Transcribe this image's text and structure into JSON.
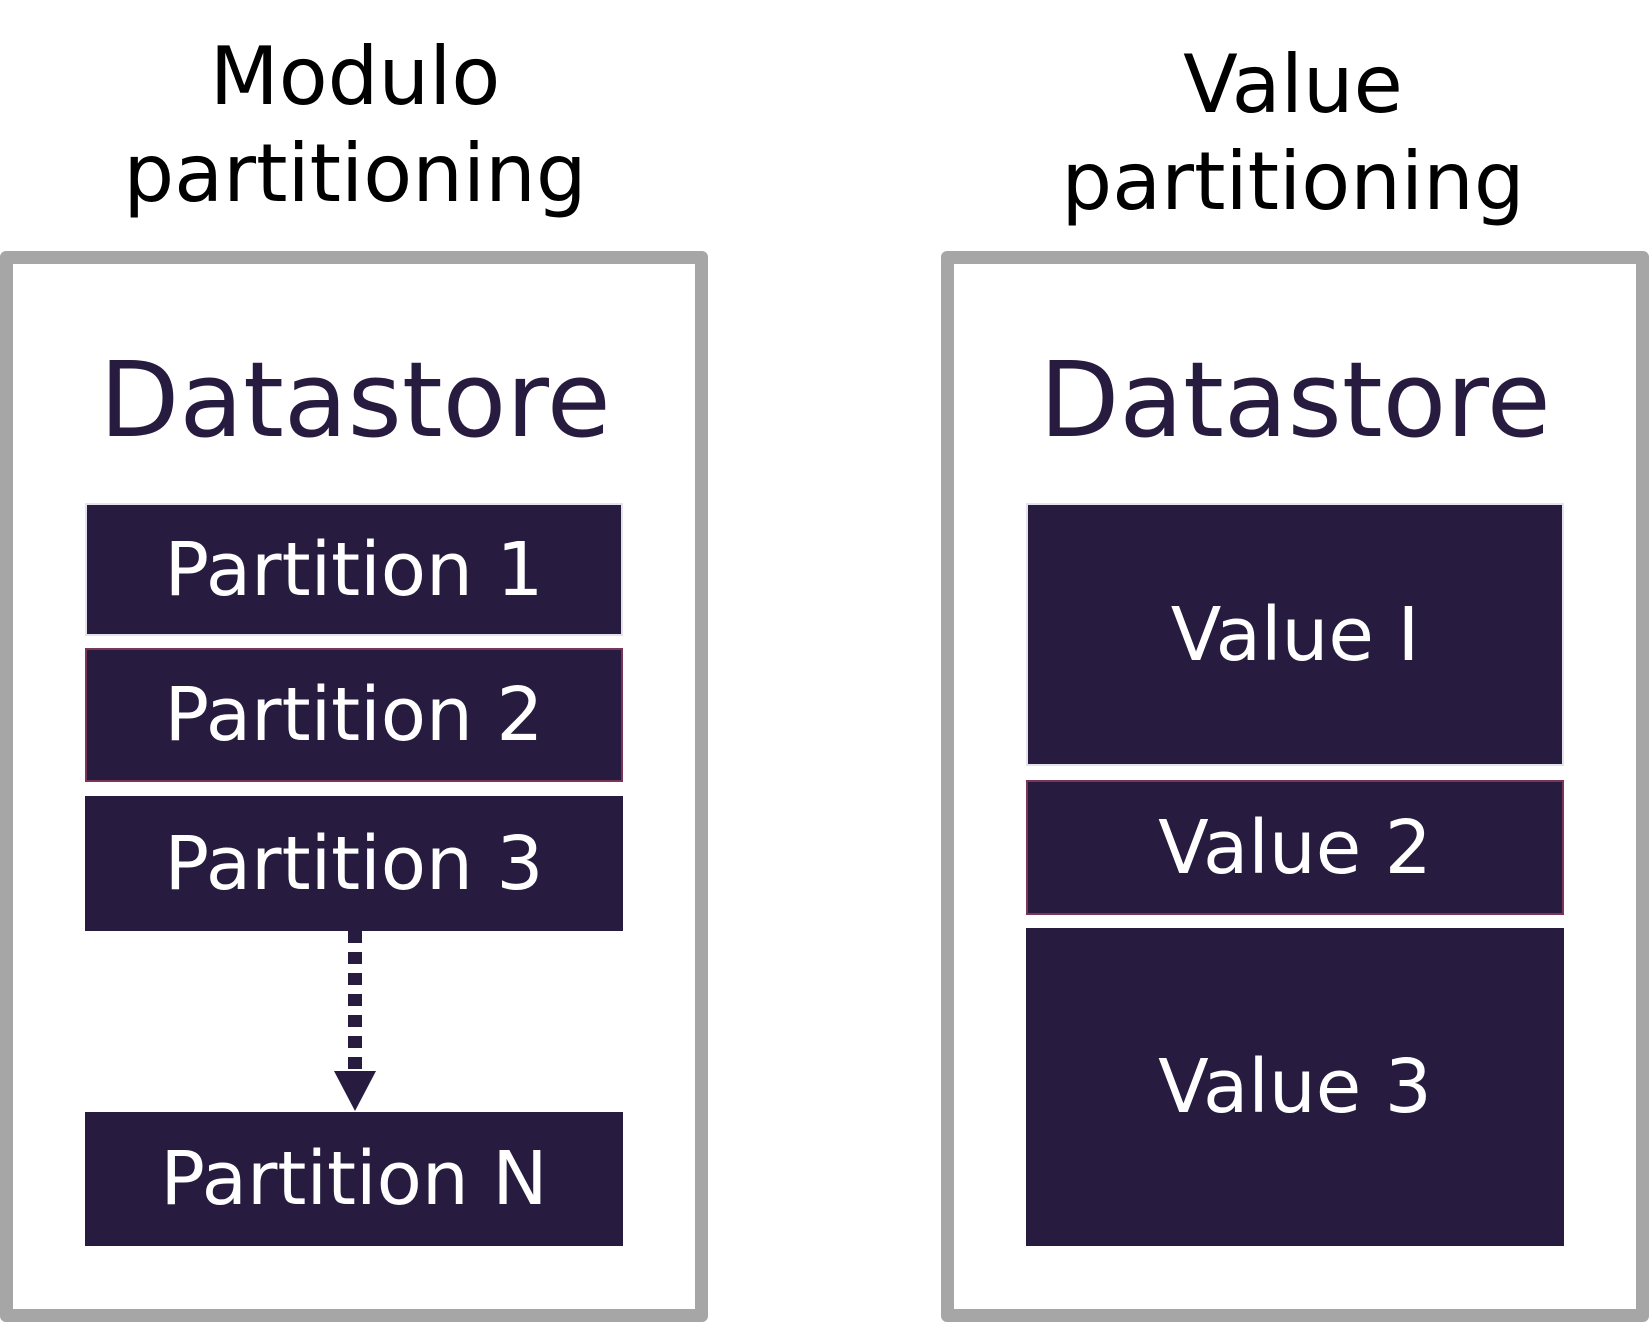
{
  "colors": {
    "panel_border": "#a6a6a6",
    "block_fill": "#271c3f",
    "block_text": "#ffffff",
    "datastore_text": "#271c3f",
    "heading_text": "#000000",
    "accent_outline": "#7a3558"
  },
  "left": {
    "heading_line1": "Modulo",
    "heading_line2": "partitioning",
    "datastore_label": "Datastore",
    "partitions": [
      "Partition 1",
      "Partition 2",
      "Partition 3",
      "Partition N"
    ]
  },
  "right": {
    "heading_line1": "Value",
    "heading_line2": "partitioning",
    "datastore_label": "Datastore",
    "values": [
      "Value I",
      "Value 2",
      "Value 3"
    ]
  }
}
